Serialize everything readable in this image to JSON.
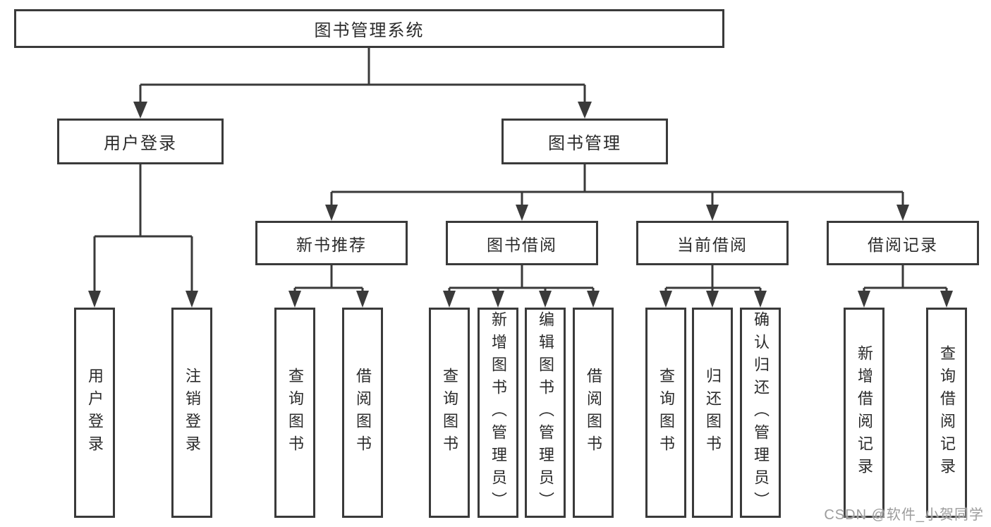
{
  "diagram": {
    "root_label": "图书管理系统",
    "branches": [
      {
        "label": "用户登录",
        "children": [
          {
            "label": "用户登录"
          },
          {
            "label": "注销登录"
          }
        ]
      },
      {
        "label": "图书管理",
        "children": [
          {
            "label": "新书推荐",
            "children": [
              {
                "label": "查询图书"
              },
              {
                "label": "借阅图书"
              }
            ]
          },
          {
            "label": "图书借阅",
            "children": [
              {
                "label": "查询图书"
              },
              {
                "label": "新增图书（管理员）"
              },
              {
                "label": "编辑图书（管理员）"
              },
              {
                "label": "借阅图书"
              }
            ]
          },
          {
            "label": "当前借阅",
            "children": [
              {
                "label": "查询图书"
              },
              {
                "label": "归还图书"
              },
              {
                "label": "确认归还（管理员）"
              }
            ]
          },
          {
            "label": "借阅记录",
            "children": [
              {
                "label": "新增借阅记录"
              },
              {
                "label": "查询借阅记录"
              }
            ]
          }
        ]
      }
    ]
  },
  "watermark": {
    "text": "CSDN @软件_小贺同学"
  },
  "colors": {
    "line": "#3a3a3a",
    "text": "#2b2b2b",
    "watermark": "#9c9c9c",
    "canvas": "#ffffff"
  }
}
